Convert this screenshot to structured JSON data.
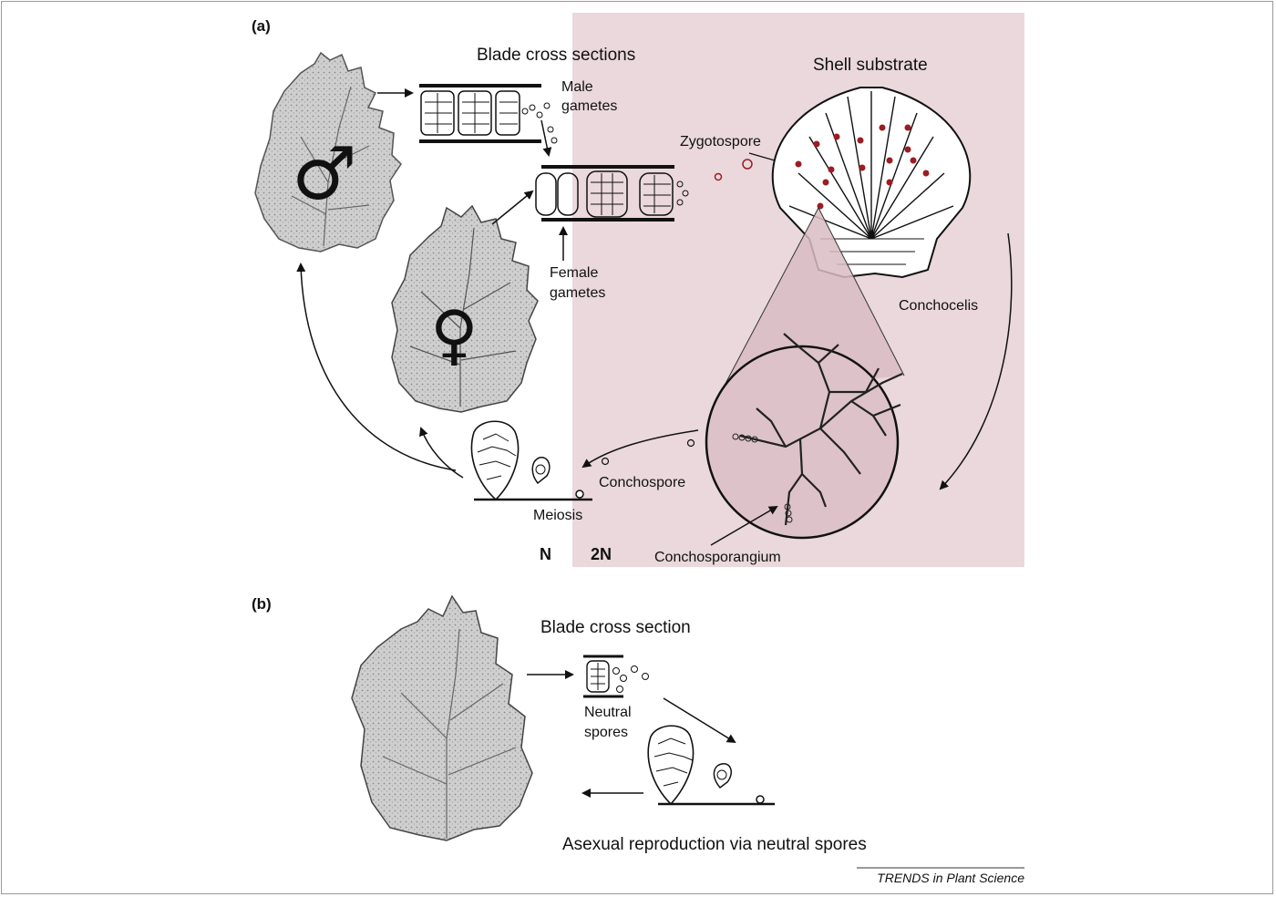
{
  "panel_a": {
    "label": "(a)",
    "blade_cross_sections": "Blade cross sections",
    "male_gametes_1": "Male",
    "male_gametes_2": "gametes",
    "female_gametes_1": "Female",
    "female_gametes_2": "gametes",
    "shell_substrate": "Shell substrate",
    "zygotospore": "Zygotospore",
    "conchocelis": "Conchocelis",
    "conchospore": "Conchospore",
    "meiosis": "Meiosis",
    "ploidy_n": "N",
    "ploidy_2n": "2N",
    "conchosporangium": "Conchosporangium",
    "male_symbol": "♂",
    "female_symbol": "♀"
  },
  "panel_b": {
    "label": "(b)",
    "blade_cross_section": "Blade cross section",
    "neutral_spores_1": "Neutral",
    "neutral_spores_2": "spores",
    "caption": "Asexual reproduction via neutral spores"
  },
  "credit": "TRENDS in Plant Science",
  "colors": {
    "diploid_background": "#ead8dc",
    "magnified_circle": "#ddc3c9",
    "spore_red": "#9b1c22"
  }
}
